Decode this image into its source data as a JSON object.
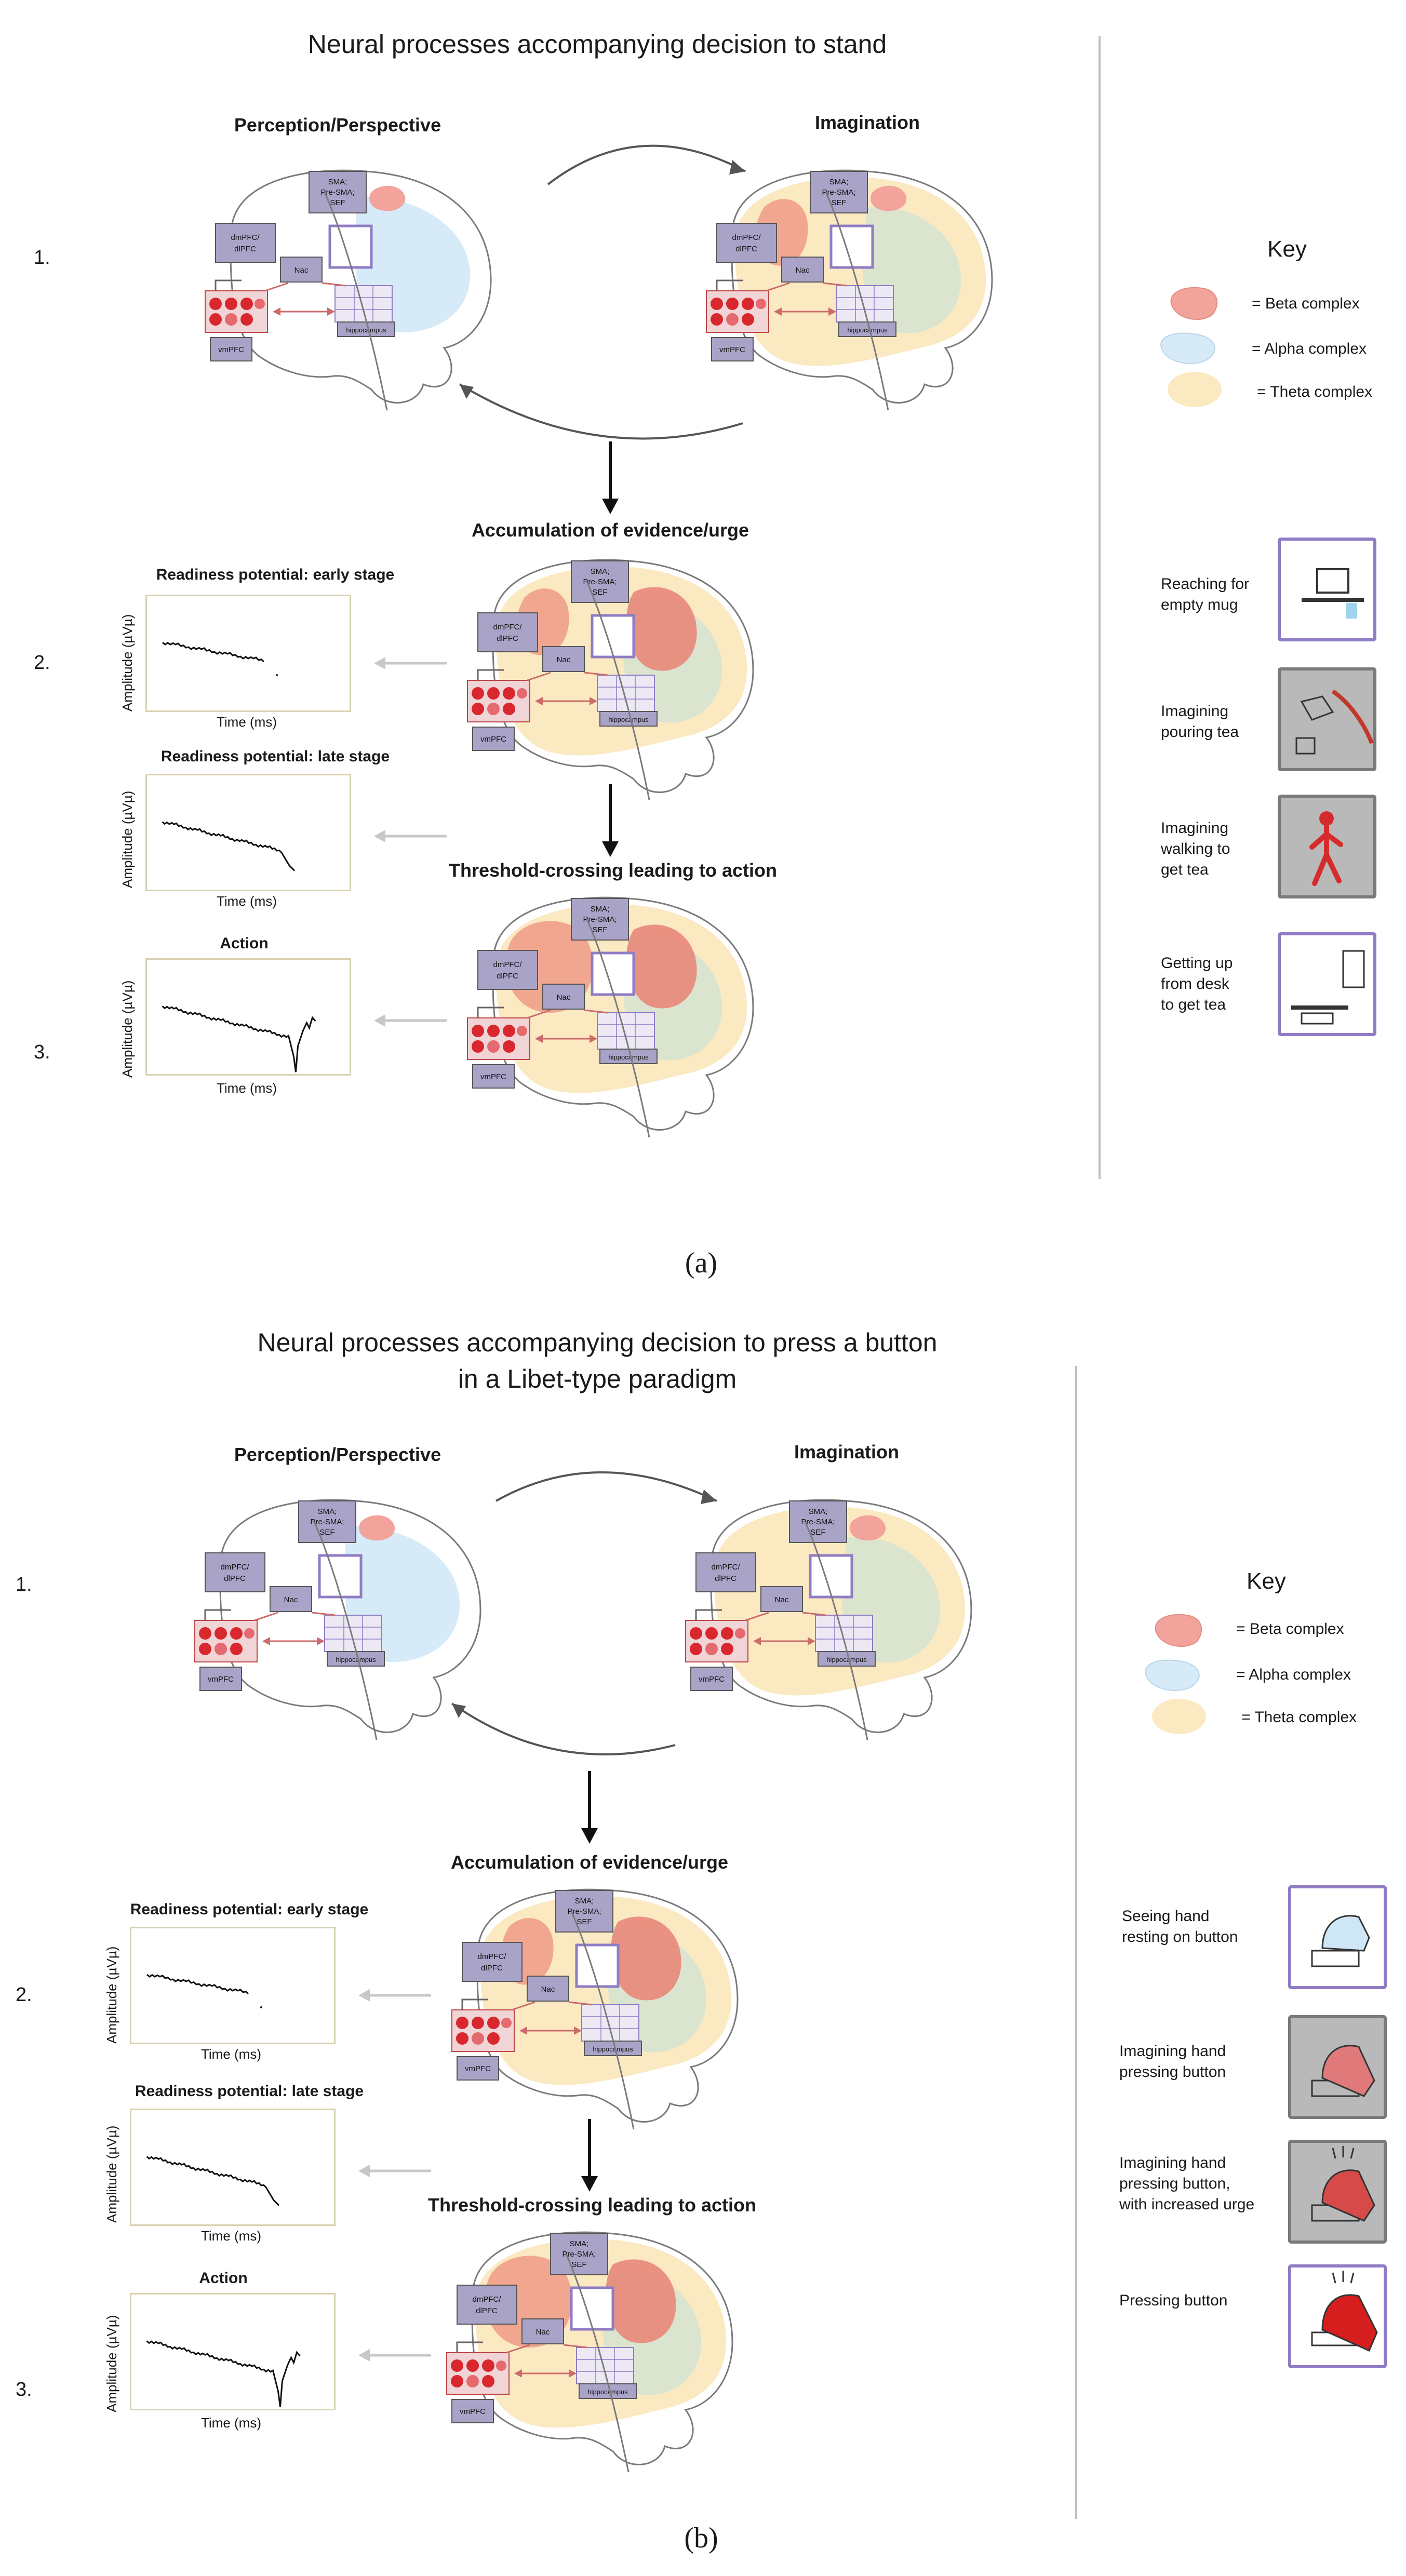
{
  "panel_a": {
    "title": "Neural processes accompanying decision to stand",
    "stage1_left_label": "Perception/Perspective",
    "stage1_right_label": "Imagination",
    "row_numbers": [
      "1.",
      "2.",
      "3."
    ],
    "accumulation_label": "Accumulation of evidence/urge",
    "threshold_label": "Threshold-crossing leading to action",
    "graphs": [
      {
        "title": "Readiness potential: early stage",
        "ylabel": "Amplitude (µVµ)",
        "xlabel": "Time (ms)"
      },
      {
        "title": "Readiness potential: late stage",
        "ylabel": "Amplitude (µVµ)",
        "xlabel": "Time (ms)"
      },
      {
        "title": "Action",
        "ylabel": "Amplitude (µVµ)",
        "xlabel": "Time (ms)"
      }
    ],
    "key_title": "Key",
    "key_items": [
      "= Beta complex",
      "= Alpha complex",
      "= Theta complex"
    ],
    "icon_items": [
      "Reaching for\nempty mug",
      "Imagining\npouring tea",
      "Imagining\nwalking to\nget tea",
      "Getting up\nfrom desk\nto get tea"
    ],
    "caption": "(a)"
  },
  "panel_b": {
    "title": "Neural processes accompanying decision to press a button\nin a Libet-type paradigm",
    "stage1_left_label": "Perception/Perspective",
    "stage1_right_label": "Imagination",
    "row_numbers": [
      "1.",
      "2.",
      "3."
    ],
    "accumulation_label": "Accumulation of evidence/urge",
    "threshold_label": "Threshold-crossing leading to action",
    "graphs": [
      {
        "title": "Readiness potential: early stage",
        "ylabel": "Amplitude (µVµ)",
        "xlabel": "Time (ms)"
      },
      {
        "title": "Readiness potential: late stage",
        "ylabel": "Amplitude (µVµ)",
        "xlabel": "Time (ms)"
      },
      {
        "title": "Action",
        "ylabel": "Amplitude (µVµ)",
        "xlabel": "Time (ms)"
      }
    ],
    "key_title": "Key",
    "key_items": [
      "= Beta complex",
      "= Alpha complex",
      "= Theta complex"
    ],
    "icon_items": [
      "Seeing hand\nresting on button",
      "Imagining hand\npressing button",
      "Imagining hand\npressing button,\nwith increased urge",
      "Pressing button"
    ],
    "caption": "(b)"
  },
  "brain_labels": {
    "sma": "SMA;\nPre-SMA;\nSEF",
    "dmpfc": "dmPFC/\ndlPFC",
    "nac": "Nac",
    "vmpfc": "vmPFC",
    "hippocampus": "hippocampus"
  },
  "colors": {
    "beta": "#f2a39b",
    "alpha": "#d6ebf7",
    "theta": "#fbe9c2",
    "region_box": "#a9a3c8",
    "icon_border": "#8f7cc4",
    "graph_border": "#d8d2b0"
  }
}
